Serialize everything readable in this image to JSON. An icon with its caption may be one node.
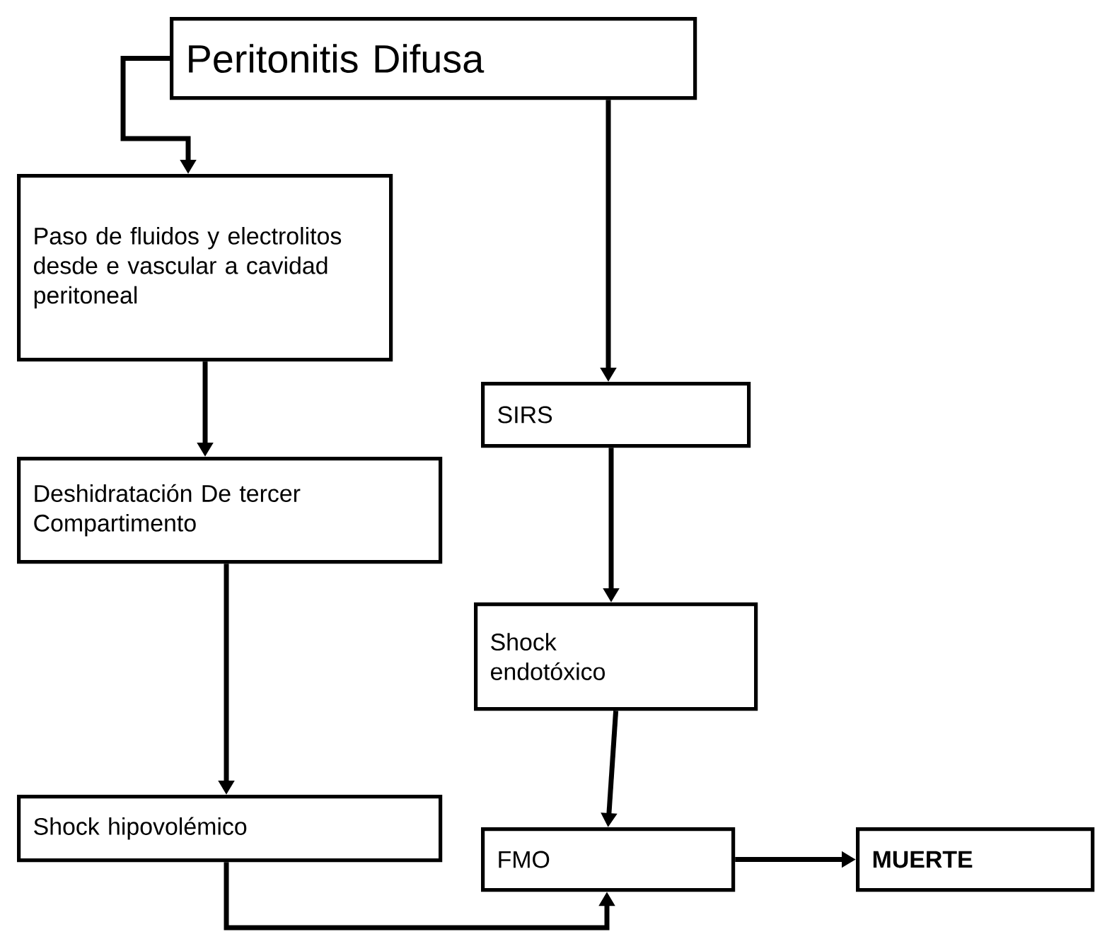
{
  "diagram": {
    "nodes": [
      {
        "text": [
          "Peritonitis  Difusa"
        ]
      },
      {
        "text": [
          "Paso de fluidos y electrolitos desde e vascular a cavidad peritoneal"
        ]
      },
      {
        "text": [
          "SIRS"
        ]
      },
      {
        "text": [
          "Deshidratación De tercer Compartimento"
        ]
      },
      {
        "text": [
          "Shock endotóxico"
        ]
      },
      {
        "text": [
          "Shock hipovolémico"
        ]
      },
      {
        "text": [
          "FMO"
        ]
      },
      {
        "text": [
          "MUERTE"
        ]
      }
    ],
    "edges": [
      {
        "from": 0,
        "to": 1,
        "arrow": "to"
      },
      {
        "from": 0,
        "to": 2,
        "arrow": "to"
      },
      {
        "from": 1,
        "to": 3,
        "arrow": "to"
      },
      {
        "from": 2,
        "to": 4,
        "arrow": "to"
      },
      {
        "from": 3,
        "to": 5,
        "arrow": "to"
      },
      {
        "from": 4,
        "to": 6,
        "arrow": "to"
      },
      {
        "from": 5,
        "to": 6,
        "arrow": "to"
      },
      {
        "from": 6,
        "to": 7,
        "arrow": "to"
      }
    ]
  }
}
